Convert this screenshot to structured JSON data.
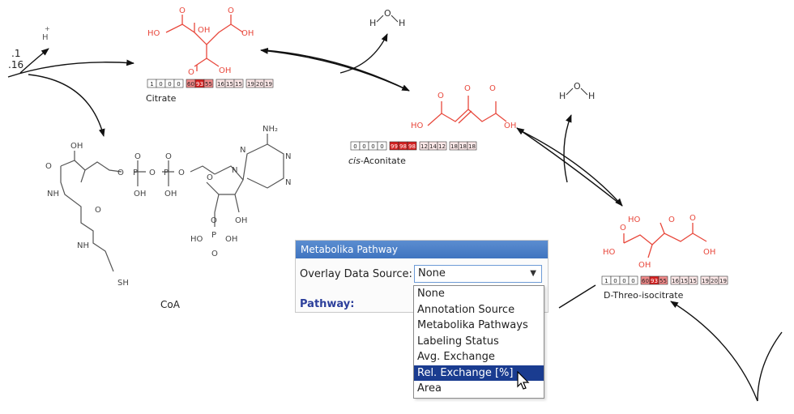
{
  "left_fragment": {
    "line1": ".1",
    "line2": ".16"
  },
  "compounds": {
    "citrate": {
      "name": "Citrate",
      "values": [
        "1",
        "0",
        "0",
        "0",
        "60",
        "93",
        "55",
        "16",
        "15",
        "15",
        "19",
        "20",
        "19"
      ]
    },
    "cis_aconitate": {
      "name_italic": "cis",
      "name_rest": "-Aconitate",
      "values": [
        "0",
        "0",
        "0",
        "0",
        "99",
        "98",
        "98",
        "12",
        "14",
        "12",
        "18",
        "18",
        "18"
      ]
    },
    "isocitrate": {
      "name": "D-Threo-isocitrate",
      "values": [
        "1",
        "0",
        "0",
        "0",
        "60",
        "93",
        "55",
        "16",
        "15",
        "15",
        "19",
        "20",
        "19"
      ]
    },
    "coa": {
      "name": "CoA"
    }
  },
  "atoms": {
    "ho": "HO",
    "oh": "OH",
    "o": "O",
    "h": "H",
    "p": "P",
    "n": "N",
    "nh": "NH",
    "sh": "SH",
    "nh2": "NH₂",
    "hplus": "H",
    "plus": "+"
  },
  "colors": {
    "product": "#e8483c",
    "cell_high": "#d42020",
    "cell_mid": "#f28a8a",
    "cell_low": "#fde8e8",
    "cell_zero": "#ffffff",
    "selection": "#1a3c90",
    "title_bar": "#4a80c8"
  },
  "panel": {
    "title": "Metabolika Pathway",
    "overlay_label": "Overlay Data Source:",
    "selected_value": "None",
    "pathway_label": "Pathway:"
  },
  "dropdown": {
    "items": [
      "None",
      "Annotation Source",
      "Metabolika Pathways",
      "Labeling Status",
      "Avg. Exchange",
      "Rel. Exchange [%]",
      "Area"
    ],
    "highlighted_index": 5
  }
}
